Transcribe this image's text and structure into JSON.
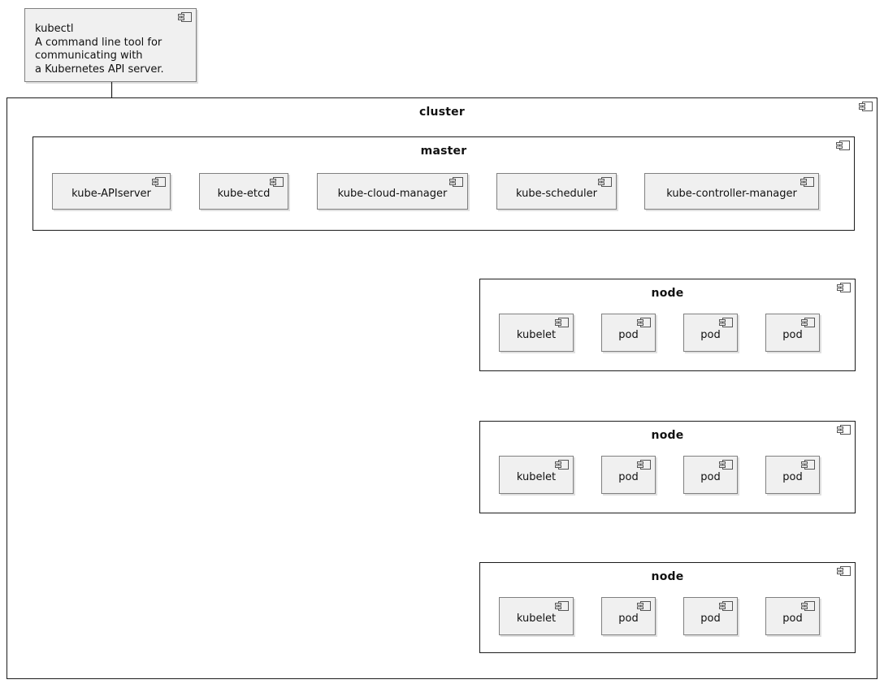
{
  "diagram": {
    "note": {
      "text": "kubectl\nA command line tool for\ncommunicating with\na Kubernetes API server."
    },
    "cluster": {
      "title": "cluster",
      "master": {
        "title": "master",
        "components": [
          {
            "label": "kube-APIserver"
          },
          {
            "label": "kube-etcd"
          },
          {
            "label": "kube-cloud-manager"
          },
          {
            "label": "kube-scheduler"
          },
          {
            "label": "kube-controller-manager"
          }
        ]
      },
      "nodes": [
        {
          "title": "node",
          "components": [
            {
              "label": "kubelet"
            },
            {
              "label": "pod"
            },
            {
              "label": "pod"
            },
            {
              "label": "pod"
            }
          ]
        },
        {
          "title": "node",
          "components": [
            {
              "label": "kubelet"
            },
            {
              "label": "pod"
            },
            {
              "label": "pod"
            },
            {
              "label": "pod"
            }
          ]
        },
        {
          "title": "node",
          "components": [
            {
              "label": "kubelet"
            },
            {
              "label": "pod"
            },
            {
              "label": "pod"
            },
            {
              "label": "pod"
            }
          ]
        }
      ]
    },
    "edges": [
      {
        "from": "kubectl",
        "to": "kube-APIserver",
        "style": "solid-arrow-down"
      }
    ],
    "colors": {
      "component_fill": "#f0f0f0",
      "component_border": "#808080",
      "frame_border": "#1c1c1c",
      "text": "#111111",
      "background": "#ffffff"
    }
  }
}
